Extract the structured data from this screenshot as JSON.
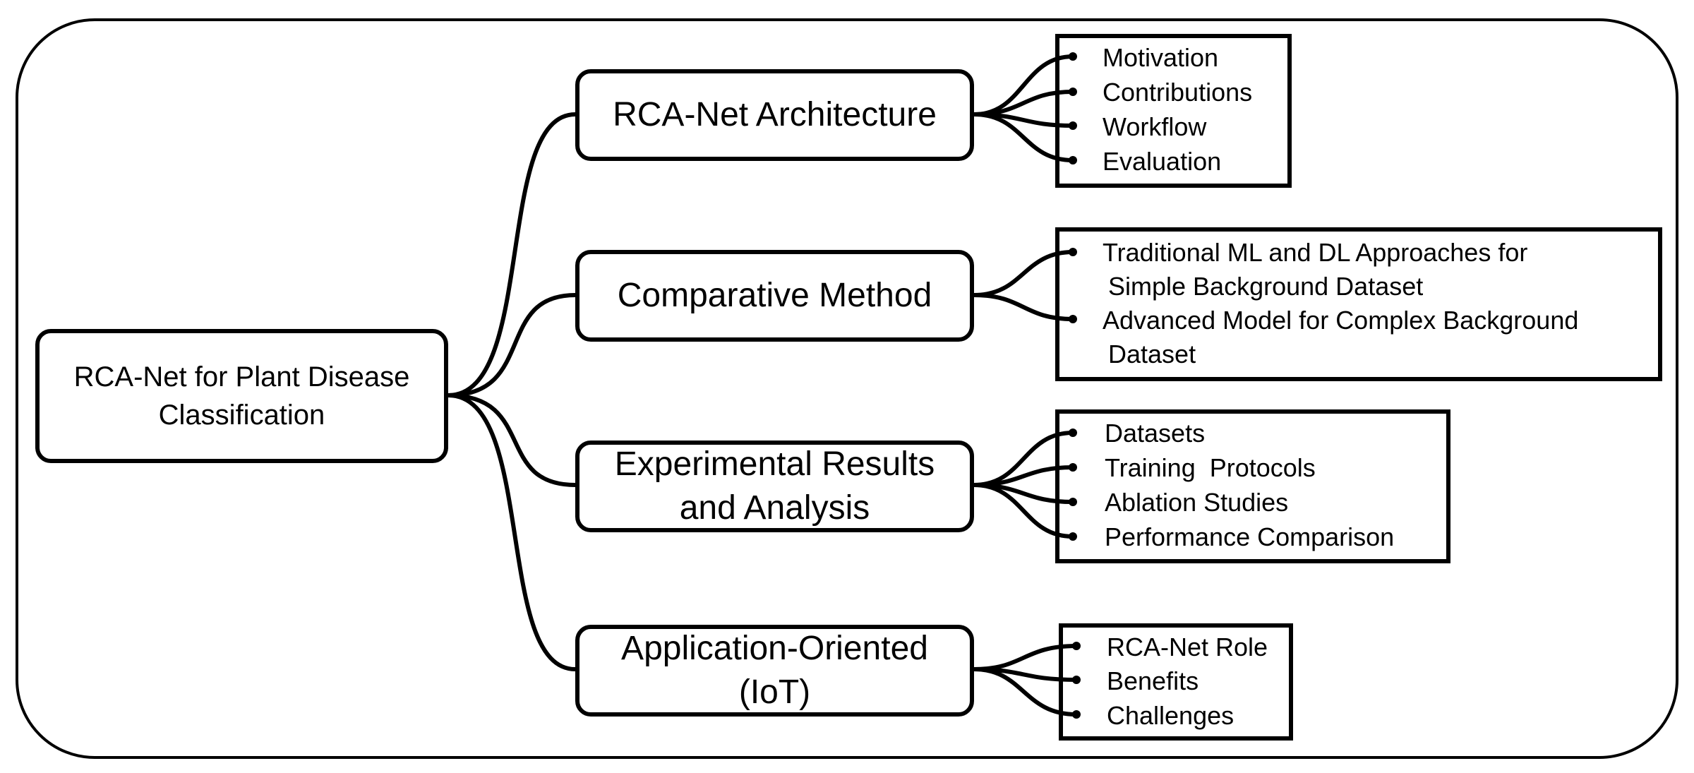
{
  "root": {
    "line1": "RCA-Net for Plant Disease",
    "line2": "Classification"
  },
  "branches": [
    {
      "line1": "RCA-Net Architecture",
      "line2": "",
      "items": [
        "Motivation",
        "Contributions",
        "Workflow",
        "Evaluation"
      ]
    },
    {
      "line1": "Comparative Method",
      "line2": "",
      "items": [
        {
          "line1": "Traditional ML and DL Approaches for",
          "line2": "Simple Background Dataset"
        },
        {
          "line1": "Advanced Model for Complex Background",
          "line2": "Dataset"
        }
      ]
    },
    {
      "line1": "Experimental Results",
      "line2": "and Analysis",
      "items": [
        "Datasets",
        "Training  Protocols",
        "Ablation Studies",
        "Performance Comparison"
      ]
    },
    {
      "line1": "Application-Oriented",
      "line2": "(IoT)",
      "items": [
        "RCA-Net Role",
        "Benefits",
        "Challenges"
      ]
    }
  ]
}
